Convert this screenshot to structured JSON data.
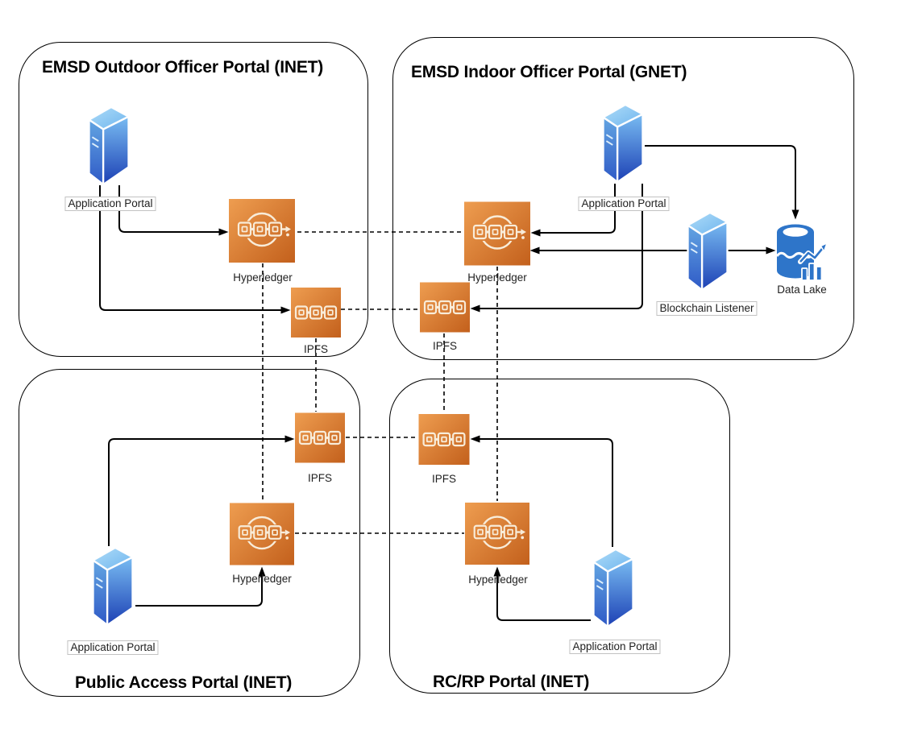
{
  "quadrants": {
    "top_left": {
      "title": "EMSD Outdoor Officer Portal (INET)"
    },
    "top_right": {
      "title": "EMSD Indoor Officer Portal (GNET)"
    },
    "bottom_left": {
      "title": "Public Access Portal (INET)"
    },
    "bottom_right": {
      "title": "RC/RP Portal (INET)"
    }
  },
  "nodes": {
    "tl_app_portal": {
      "label": "Application Portal",
      "type": "server"
    },
    "tl_hyperledger": {
      "label": "Hyperledger",
      "type": "blockchain"
    },
    "tl_ipfs": {
      "label": "IPFS",
      "type": "chain"
    },
    "tr_app_portal": {
      "label": "Application Portal",
      "type": "server"
    },
    "tr_hyperledger": {
      "label": "Hyperledger",
      "type": "blockchain"
    },
    "tr_ipfs": {
      "label": "IPFS",
      "type": "chain"
    },
    "tr_blockchain_listener": {
      "label": "Blockchain Listener",
      "type": "server"
    },
    "tr_data_lake": {
      "label": "Data Lake",
      "type": "datalake"
    },
    "bl_app_portal": {
      "label": "Application Portal",
      "type": "server"
    },
    "bl_hyperledger": {
      "label": "Hyperledger",
      "type": "blockchain"
    },
    "bl_ipfs": {
      "label": "IPFS",
      "type": "chain"
    },
    "br_app_portal": {
      "label": "Application Portal",
      "type": "server"
    },
    "br_hyperledger": {
      "label": "Hyperledger",
      "type": "blockchain"
    },
    "br_ipfs": {
      "label": "IPFS",
      "type": "chain"
    }
  },
  "colors": {
    "icon_orange_light": "#EE9D50",
    "icon_orange_dark": "#C3601C",
    "icon_glyph_cream": "#F8ECD9",
    "server_top_light": "#AEDCF8",
    "server_front_dark": "#1C40B4",
    "data_lake_blue": "#2E75C9",
    "line_black": "#000000",
    "label_border_gray": "#C2C2C2"
  }
}
